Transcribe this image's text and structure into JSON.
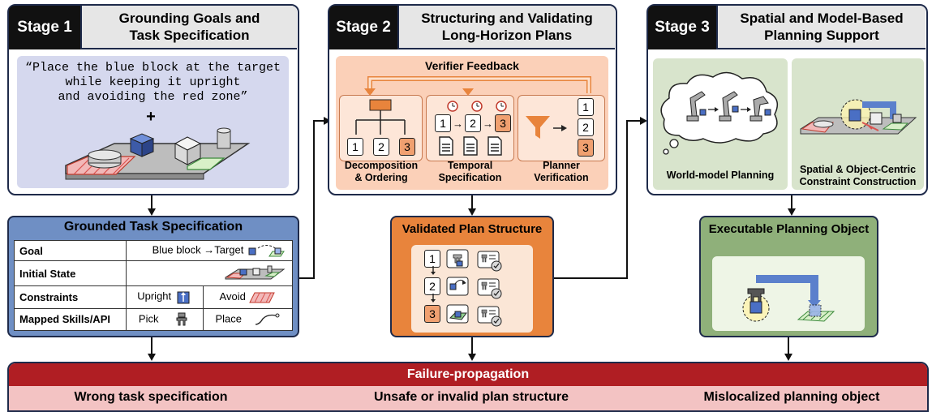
{
  "stage1": {
    "tag": "Stage 1",
    "title_line1": "Grounding Goals and",
    "title_line2": "Task Specification",
    "instruction_line1": "“Place the blue block at the target",
    "instruction_line2": "while keeping it upright",
    "instruction_line3": "and avoiding the red zone”",
    "plus": "+"
  },
  "stage2": {
    "tag": "Stage 2",
    "title_line1": "Structuring and Validating",
    "title_line2": "Long-Horizon Plans",
    "verifier_feedback": "Verifier Feedback",
    "panel1_line1": "Decomposition",
    "panel1_line2": "& Ordering",
    "panel2_line1": "Temporal",
    "panel2_line2": "Specification",
    "panel3_line1": "Planner",
    "panel3_line2": "Verification",
    "numbers": [
      "1",
      "2",
      "3"
    ]
  },
  "stage3": {
    "tag": "Stage 3",
    "title_line1": "Spatial and Model-Based",
    "title_line2": "Planning Support",
    "panel1_label": "World-model Planning",
    "panel2_line1": "Spatial & Object-Centric",
    "panel2_line2": "Constraint Construction"
  },
  "spec": {
    "title": "Grounded Task Specification",
    "rows": [
      {
        "key": "Goal",
        "value": "Blue block →Target"
      },
      {
        "key": "Initial State",
        "value": ""
      },
      {
        "key": "Constraints",
        "value": "Upright",
        "value2": "Avoid"
      },
      {
        "key": "Mapped Skills/API",
        "value": "Pick",
        "value2": "Place"
      }
    ]
  },
  "validated": {
    "title": "Validated Plan Structure",
    "steps": [
      "1",
      "2",
      "3"
    ]
  },
  "executable": {
    "title": "Executable Planning Object"
  },
  "failure": {
    "title": "Failure-propagation",
    "items": [
      "Wrong task specification",
      "Unsafe or invalid plan structure",
      "Mislocalized planning object"
    ]
  },
  "colors": {
    "navy": "#1e2a4a",
    "spec_blue": "#6f8fc4",
    "orange": "#e8843c",
    "green": "#8fb07a",
    "failure_red": "#b01e23",
    "failure_pink": "#f3c3c3"
  }
}
